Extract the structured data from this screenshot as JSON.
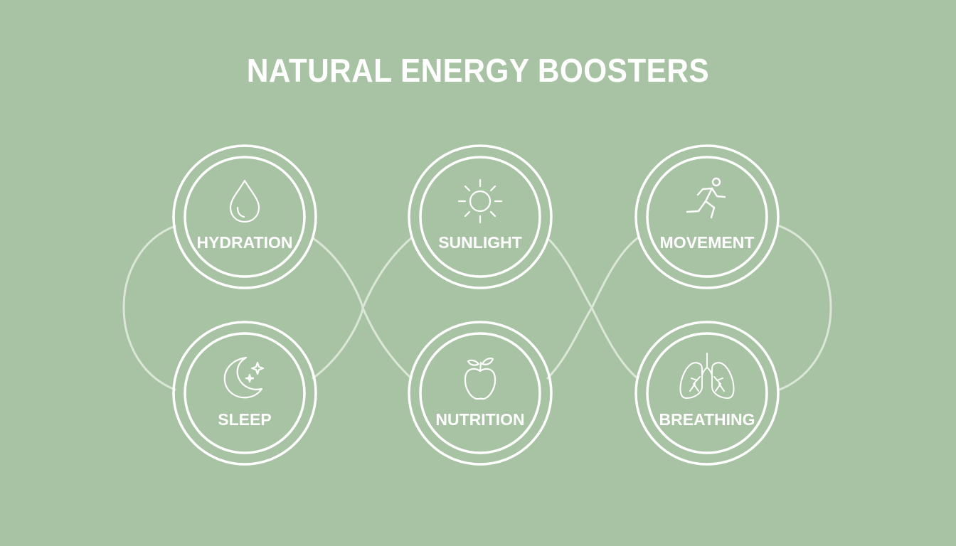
{
  "title": "NATURAL ENERGY BOOSTERS",
  "colors": {
    "background": "#a8c3a3",
    "ring": "#ffffff",
    "connector": "#dbe7d6"
  },
  "boosters": [
    {
      "label": "HYDRATION",
      "icon": "water-drop-icon"
    },
    {
      "label": "SUNLIGHT",
      "icon": "sun-icon"
    },
    {
      "label": "MOVEMENT",
      "icon": "running-person-icon"
    },
    {
      "label": "SLEEP",
      "icon": "moon-stars-icon"
    },
    {
      "label": "NUTRITION",
      "icon": "apple-icon"
    },
    {
      "label": "BREATHING",
      "icon": "lungs-icon"
    }
  ]
}
